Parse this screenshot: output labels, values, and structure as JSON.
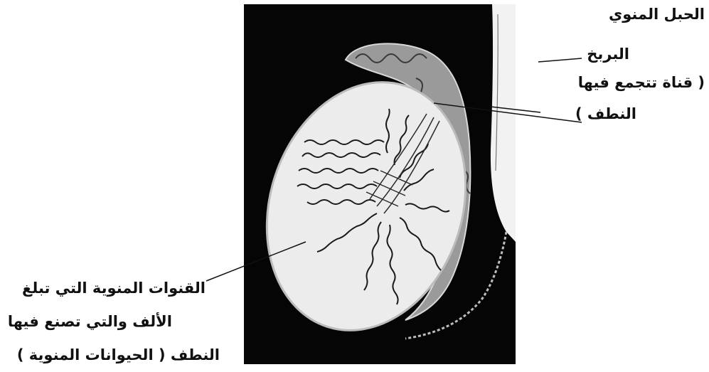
{
  "labels": {
    "spermatic_cord": "الحبل المنوي",
    "epididymis": "البربخ",
    "epididymis_note_line1": "( قناة تتجمع فيها",
    "epididymis_note_line2": "النطف )",
    "tubules_line1": "القنوات المنوية التي تبلغ",
    "tubules_line2": "الألف والتي تصنع فيها",
    "tubules_line3": "النطف ( الحيوانات المنوية )"
  },
  "colors": {
    "background": "#ffffff",
    "panel": "#050505",
    "organ_fill": "#ececec",
    "tubule": "#1a1a1a",
    "text": "#111111"
  }
}
